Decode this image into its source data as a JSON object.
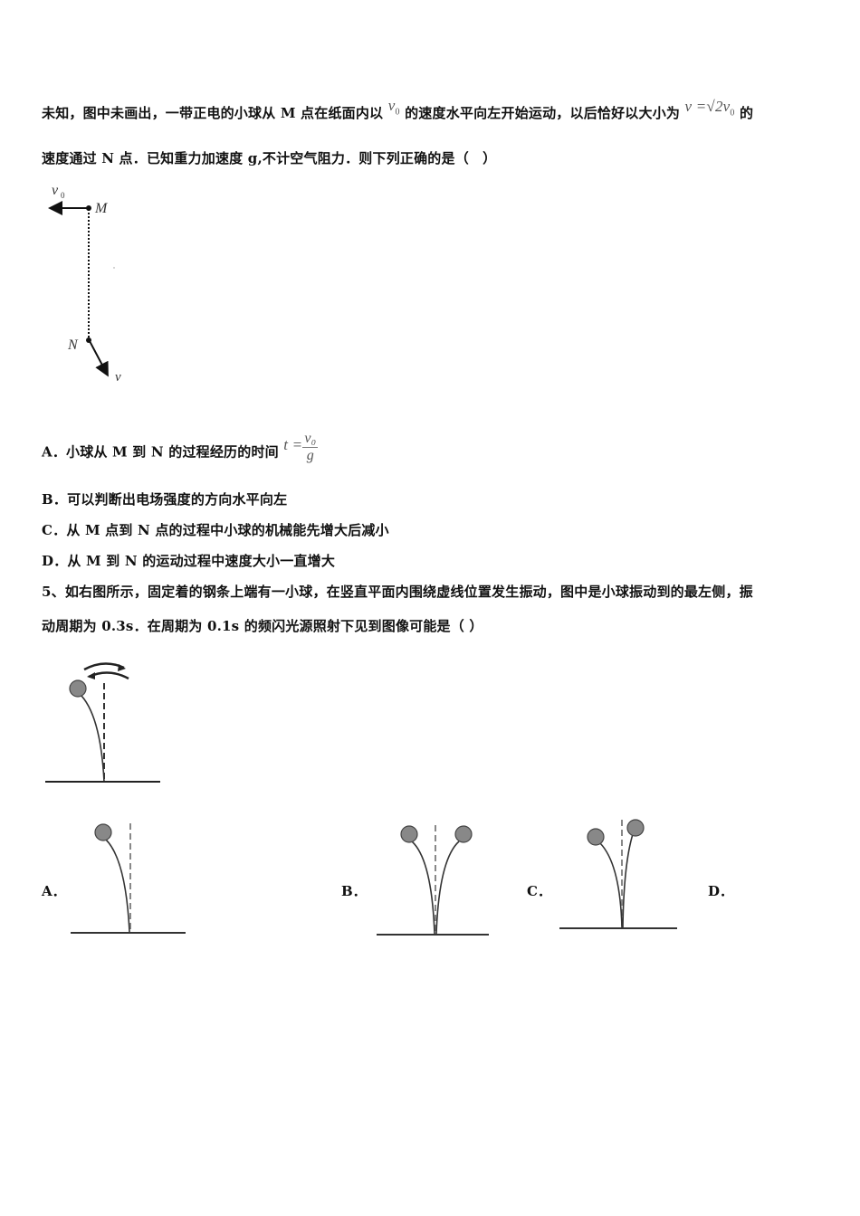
{
  "question4": {
    "stem_line1_part1": "未知，图中未画出，一带正电的小球从 M 点在纸面内以",
    "stem_line1_v0": "v",
    "stem_line1_v0_sub": "0",
    "stem_line1_part2": "的速度水平向左开始运动，以后恰好以大小为",
    "stem_line1_formula": "v =√2v",
    "stem_line1_formula_sub": "0",
    "stem_line1_part3": "的",
    "stem_line2": "速度通过 N 点．已知重力加速度 g,不计空气阻力．则下列正确的是（　）",
    "figure": {
      "label_v0": "v",
      "label_v0_sub": "0",
      "label_M": "M",
      "label_N": "N",
      "label_v": "v"
    },
    "options": {
      "A_text": "A．小球从 M 到 N 的过程经历的时间",
      "A_formula_lhs": "t =",
      "A_formula_num": "v₀",
      "A_formula_den": "g",
      "B_text": "B．可以判断出电场强度的方向水平向左",
      "C_text": "C．从 M 点到 N 点的过程中小球的机械能先增大后减小",
      "D_text": "D．从 M 到 N 的运动过程中速度大小一直增大"
    }
  },
  "question5": {
    "stem_line1": "5、如右图所示，固定着的钢条上端有一小球，在竖直平面内围绕虚线位置发生振动，图中是小球振动到的最左侧，振",
    "stem_line2": "动周期为 0.3s．在周期为 0.1s 的频闪光源照射下见到图像可能是（ ）",
    "option_labels": {
      "A": "A．",
      "B": "B．",
      "C": "C．",
      "D": "D．"
    }
  }
}
